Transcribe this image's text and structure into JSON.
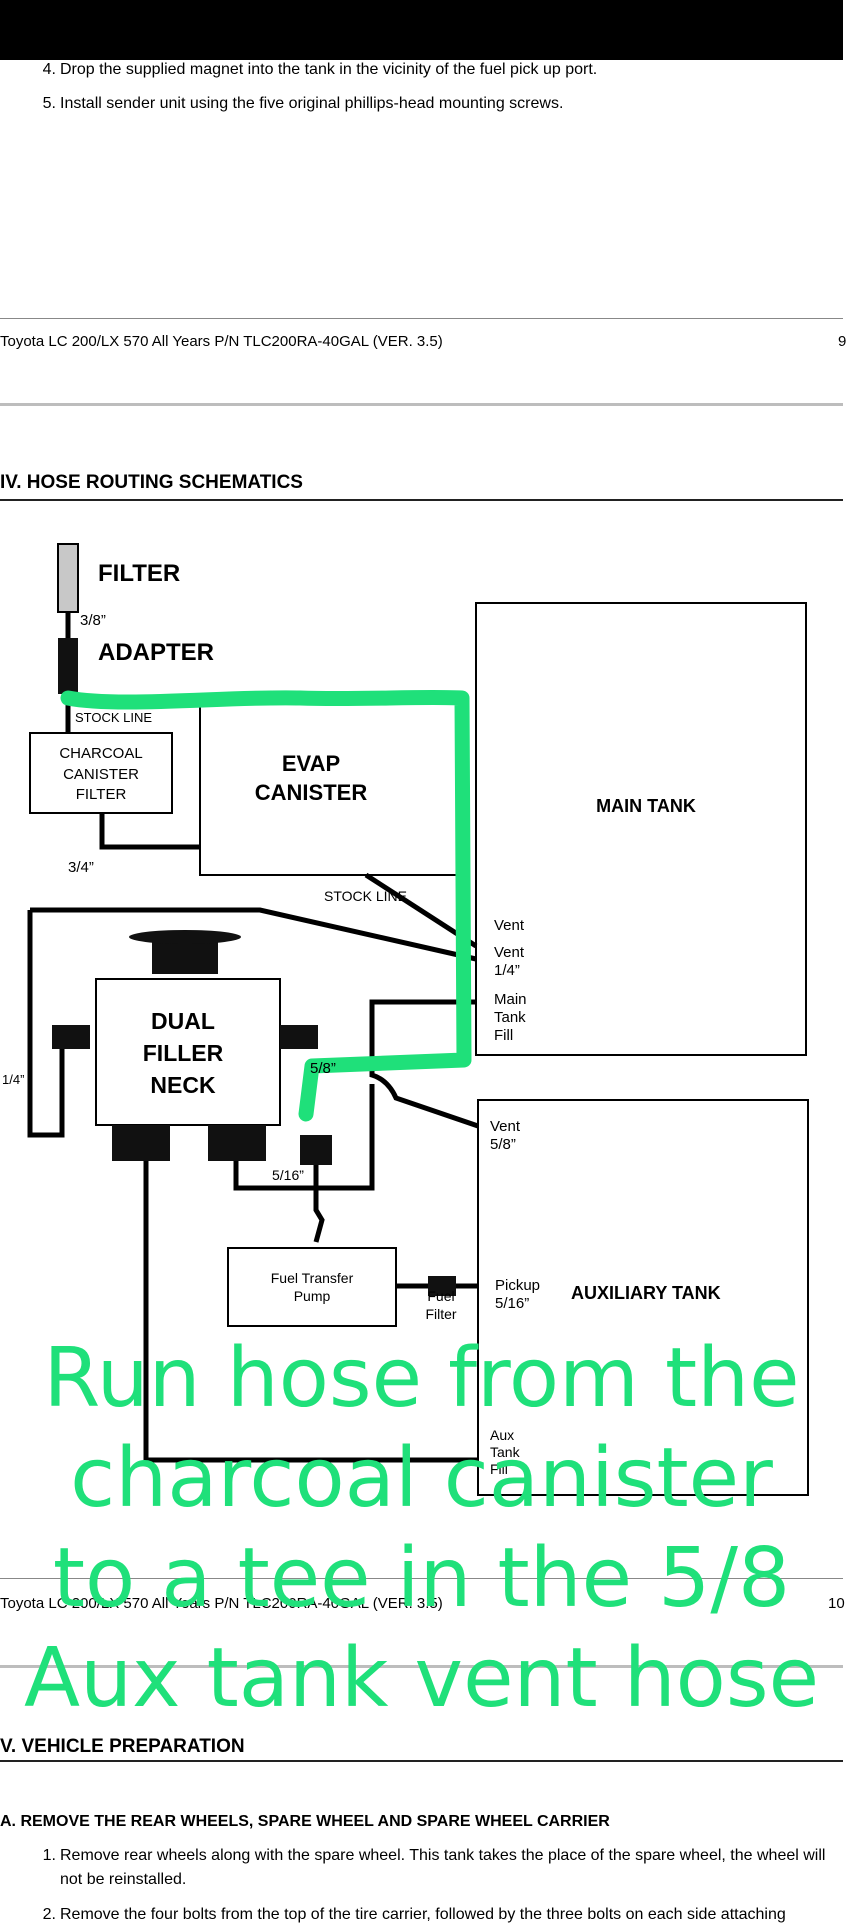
{
  "top_steps": [
    {
      "num": "4.",
      "text": "Drop the supplied magnet into the tank in the vicinity of the fuel pick up port."
    },
    {
      "num": "5.",
      "text": "Install sender unit using the five original phillips-head mounting screws."
    }
  ],
  "footer1": {
    "text": "Toyota LC 200/LX 570 All Years  P/N TLC200RA-40GAL (VER. 3.5)",
    "page": "9"
  },
  "section4_title": "IV.  HOSE ROUTING SCHEMATICS",
  "diagram": {
    "filter": "FILTER",
    "size_38": "3/8”",
    "adapter": "ADAPTER",
    "stock_line_top": "STOCK LINE",
    "charcoal_l1": "CHARCOAL",
    "charcoal_l2": "CANISTER",
    "charcoal_l3": "FILTER",
    "evap_l1": "EVAP",
    "evap_l2": "CANISTER",
    "main_tank": "MAIN TANK",
    "size_34": "3/4”",
    "stock_line_mid": "STOCK LINE",
    "vent": "Vent",
    "vent_14_l1": "Vent",
    "vent_14_l2": "1/4”",
    "main_fill_l1": "Main",
    "main_fill_l2": "Tank",
    "main_fill_l3": "Fill",
    "dual_l1": "DUAL",
    "dual_l2": "FILLER",
    "dual_l3": "NECK",
    "size_14_left": "1/4”",
    "size_58_neck": "5/8”",
    "vent58_l1": "Vent",
    "vent58_l2": "5/8”",
    "size_516": "5/16”",
    "pump_l1": "Fuel Transfer",
    "pump_l2": "Pump",
    "fuel_filter_l1": "Fuel",
    "fuel_filter_l2": "Filter",
    "pickup_l1": "Pickup",
    "pickup_l2": "5/16”",
    "aux_tank": "AUXILIARY TANK",
    "aux_fill_l1": "Aux",
    "aux_fill_l2": "Tank",
    "aux_fill_l3": "Fill"
  },
  "footer2": {
    "text": "Toyota LC 200/LX 570 All Years  P/N TLC200RA-40GAL (VER. 3.5)",
    "page": "10"
  },
  "handwritten_note": {
    "line1": "Run hose from the",
    "line2": "charcoal canister",
    "line3": "to a tee in the 5/8",
    "line4": "Aux tank vent hose",
    "color": "#1fe07a"
  },
  "section5_title": "V.  VEHICLE PREPARATION",
  "subsection_a": "A.   REMOVE THE REAR WHEELS, SPARE WHEEL AND SPARE WHEEL CARRIER",
  "bottom_steps": [
    {
      "num": "1.",
      "text": "Remove rear wheels along with the spare wheel.  This tank takes the place of the spare wheel, the wheel will not be reinstalled."
    },
    {
      "num": "2.",
      "text": "Remove the four bolts from the top of the tire carrier, followed by the three bolts on each side attaching"
    }
  ]
}
